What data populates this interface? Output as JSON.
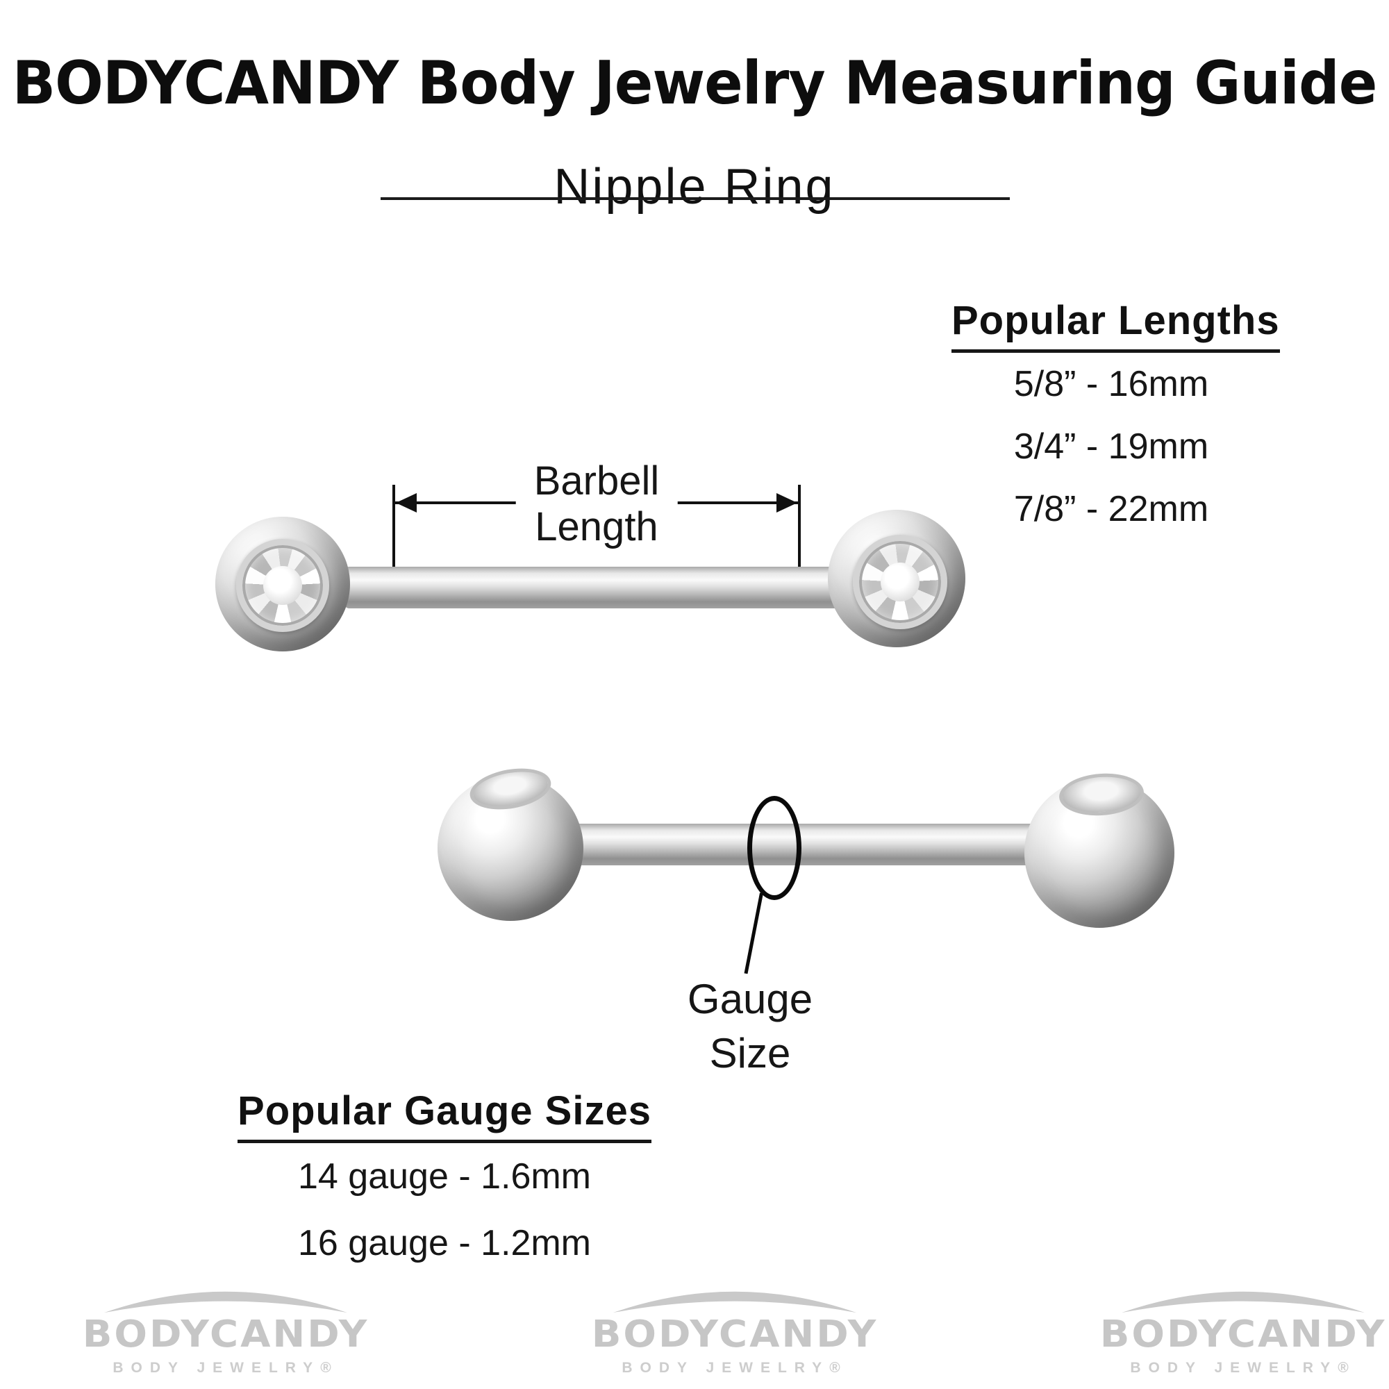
{
  "header": {
    "title": "BODYCANDY Body Jewelry Measuring Guide",
    "subtitle": "Nipple Ring"
  },
  "lengths": {
    "heading": "Popular Lengths",
    "items": [
      "5/8” - 16mm",
      "3/4” - 19mm",
      "7/8” - 22mm"
    ]
  },
  "barbell_label": {
    "line1": "Barbell",
    "line2": "Length"
  },
  "gauge_label": {
    "line1": "Gauge",
    "line2": "Size"
  },
  "gauges": {
    "heading": "Popular Gauge Sizes",
    "items": [
      "14 gauge - 1.6mm",
      "16 gauge - 1.2mm"
    ]
  },
  "footer": {
    "brand": "BODYCANDY",
    "sub": "BODY JEWELRY®"
  },
  "colors": {
    "text": "#161616",
    "logo_gray": "#c8c8c8",
    "metal_silver": "#c0c0c0"
  }
}
